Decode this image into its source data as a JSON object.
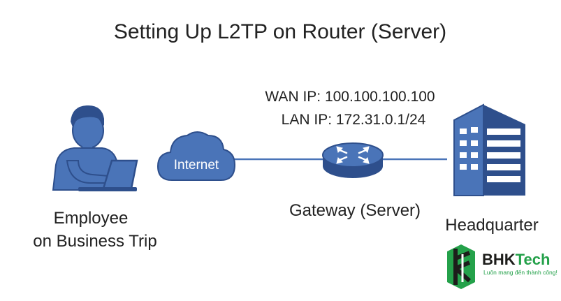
{
  "title": "Setting Up L2TP on Router (Server)",
  "nodes": {
    "employee": {
      "label_line1": "Employee",
      "label_line2": "on Business Trip",
      "icon": "person-laptop-icon"
    },
    "internet": {
      "label": "Internet",
      "icon": "cloud-icon"
    },
    "gateway": {
      "label": "Gateway (Server)",
      "wan_ip": "WAN IP: 100.100.100.100",
      "lan_ip": "LAN IP: 172.31.0.1/24",
      "icon": "router-icon"
    },
    "headquarter": {
      "label": "Headquarter",
      "icon": "building-icon"
    }
  },
  "logo": {
    "brand": "BHKTech",
    "brand_part1": "BHK",
    "brand_part2": "Tech",
    "slogan": "Luôn mang đến thành công!"
  },
  "colors": {
    "device_blue": "#4a74b8",
    "dark_blue": "#2e4f8c",
    "logo_green": "#24a14a",
    "logo_black": "#1d1d1b",
    "text": "#222222"
  }
}
